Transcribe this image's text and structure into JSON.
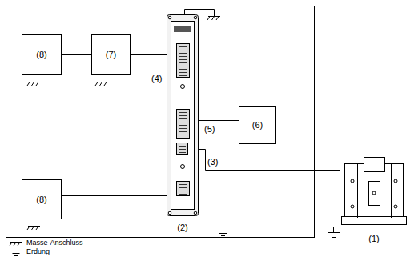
{
  "diagram": {
    "nodes": [
      {
        "text": [
          "(8)"
        ]
      },
      {
        "text": [
          "(7)"
        ]
      },
      {
        "text": [
          "(6)"
        ]
      },
      {
        "text": [
          "(8)"
        ]
      },
      {
        "text": [
          "(2)"
        ]
      },
      {
        "text": [
          "(1)"
        ]
      }
    ],
    "edges": [
      {
        "from": 0,
        "to": 1,
        "arrow": "none"
      },
      {
        "from": 1,
        "to": 4,
        "arrow": "none",
        "label": "(4)"
      },
      {
        "from": 4,
        "to": 2,
        "arrow": "none",
        "label": "(5)"
      },
      {
        "from": 3,
        "to": 4,
        "arrow": "none"
      },
      {
        "from": 4,
        "to": 5,
        "arrow": "none",
        "label": "(3)"
      }
    ],
    "legend": [
      {
        "text": "Masse-Anschluss"
      },
      {
        "text": "Erdung"
      }
    ]
  }
}
